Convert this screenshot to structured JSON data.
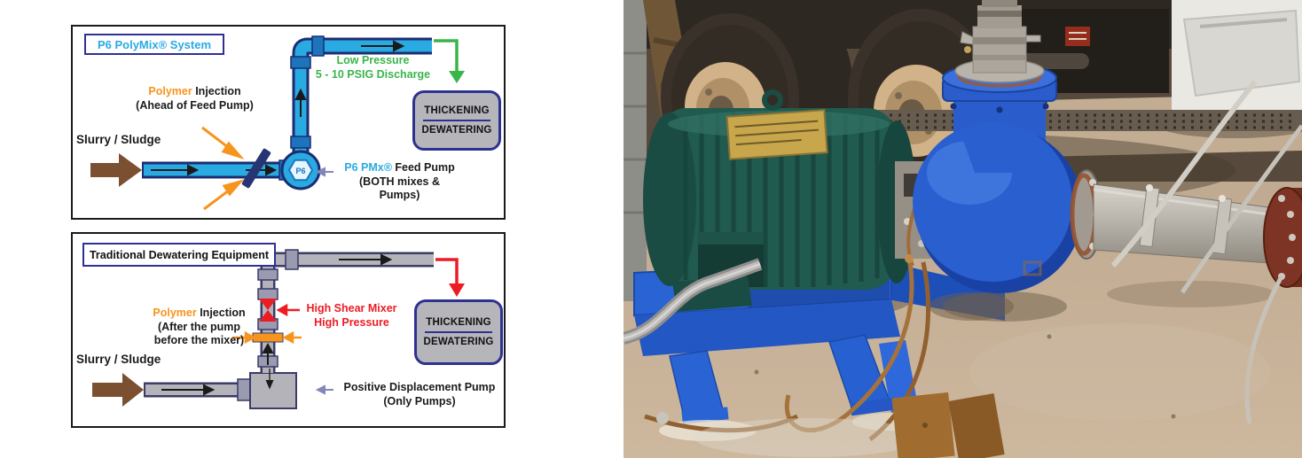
{
  "colors": {
    "pipe_blue": "#29ABE2",
    "pipe_outline_navy": "#1c2d72",
    "panel_title_border": "#2E3192",
    "low_pressure_green": "#39B54A",
    "polymer_orange": "#F7941D",
    "high_pressure_red": "#ED1C24",
    "equipment_gray": "#B3B3B9",
    "slurry_arrow_brown": "#7B5031",
    "photo_pump_blue": "#2457C5",
    "photo_motor_green": "#215A4F",
    "photo_base_blue": "#2A63D4",
    "photo_floor_tan": "#C9B49A"
  },
  "polymix_panel": {
    "title": "P6 PolyMix® System",
    "slurry_label": "Slurry / Sludge",
    "polymer_word": "Polymer",
    "injection_word": " Injection",
    "injection_note": "(Ahead of Feed Pump)",
    "pressure_line1": "Low Pressure",
    "pressure_line2": "5 - 10 PSIG Discharge",
    "destination_line1": "THICKENING",
    "destination_line2": "DEWATERING",
    "pump_logo": "P6",
    "pump_name": "P6 PMx®",
    "pump_name_rest": " Feed Pump",
    "pump_note_line1": "(BOTH mixes &",
    "pump_note_line2": "Pumps)"
  },
  "traditional_panel": {
    "title": "Traditional Dewatering Equipment",
    "slurry_label": "Slurry / Sludge",
    "polymer_word": "Polymer",
    "injection_word": " Injection",
    "injection_note_line1": "(After the pump",
    "injection_note_line2": "before the mixer)",
    "mixer_line1": "High Shear Mixer",
    "mixer_line2": "High Pressure",
    "destination_line1": "THICKENING",
    "destination_line2": "DEWATERING",
    "pump_label_line1": "Positive Displacement Pump",
    "pump_label_line2": "(Only Pumps)"
  }
}
